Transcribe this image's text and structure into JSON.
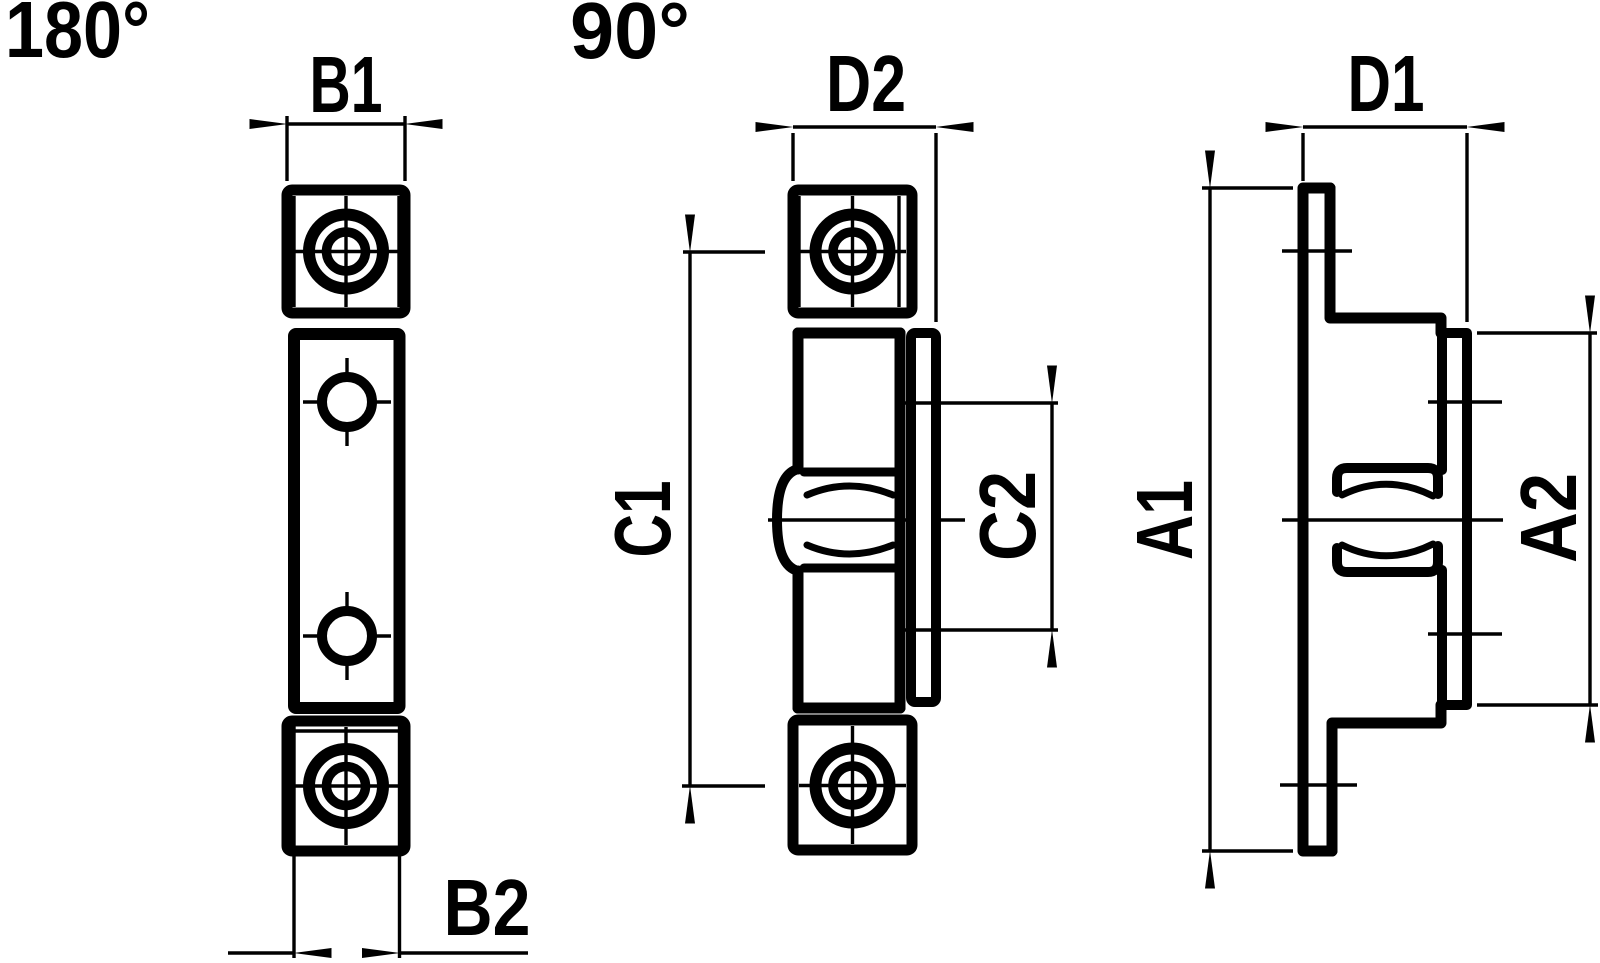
{
  "drawing": {
    "colors": {
      "line": "#000000",
      "background": "#ffffff"
    },
    "variant_labels": {
      "opening_180": "180°",
      "opening_90": "90°"
    },
    "dimension_labels": {
      "b1": "B1",
      "b2": "B2",
      "d2": "D2",
      "c1": "C1",
      "c2": "C2",
      "d1": "D1",
      "a1": "A1",
      "a2": "A2"
    }
  }
}
